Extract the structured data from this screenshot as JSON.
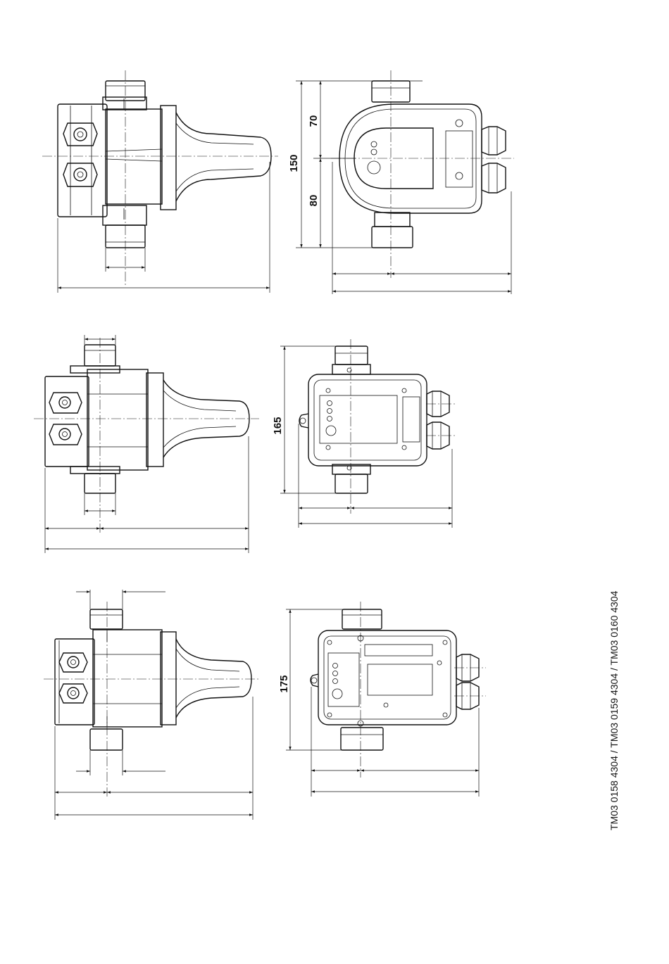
{
  "views": [
    {
      "id": "unit-1",
      "dimensions": {
        "total_height": "150",
        "upper": "70",
        "lower": "80"
      }
    },
    {
      "id": "unit-2",
      "dimensions": {
        "total_height": "165"
      }
    },
    {
      "id": "unit-3",
      "dimensions": {
        "total_height": "175"
      }
    }
  ],
  "drawing_codes": "TM03 0158 4304 / TM03 0159 4304 / TM03 0160 4304"
}
